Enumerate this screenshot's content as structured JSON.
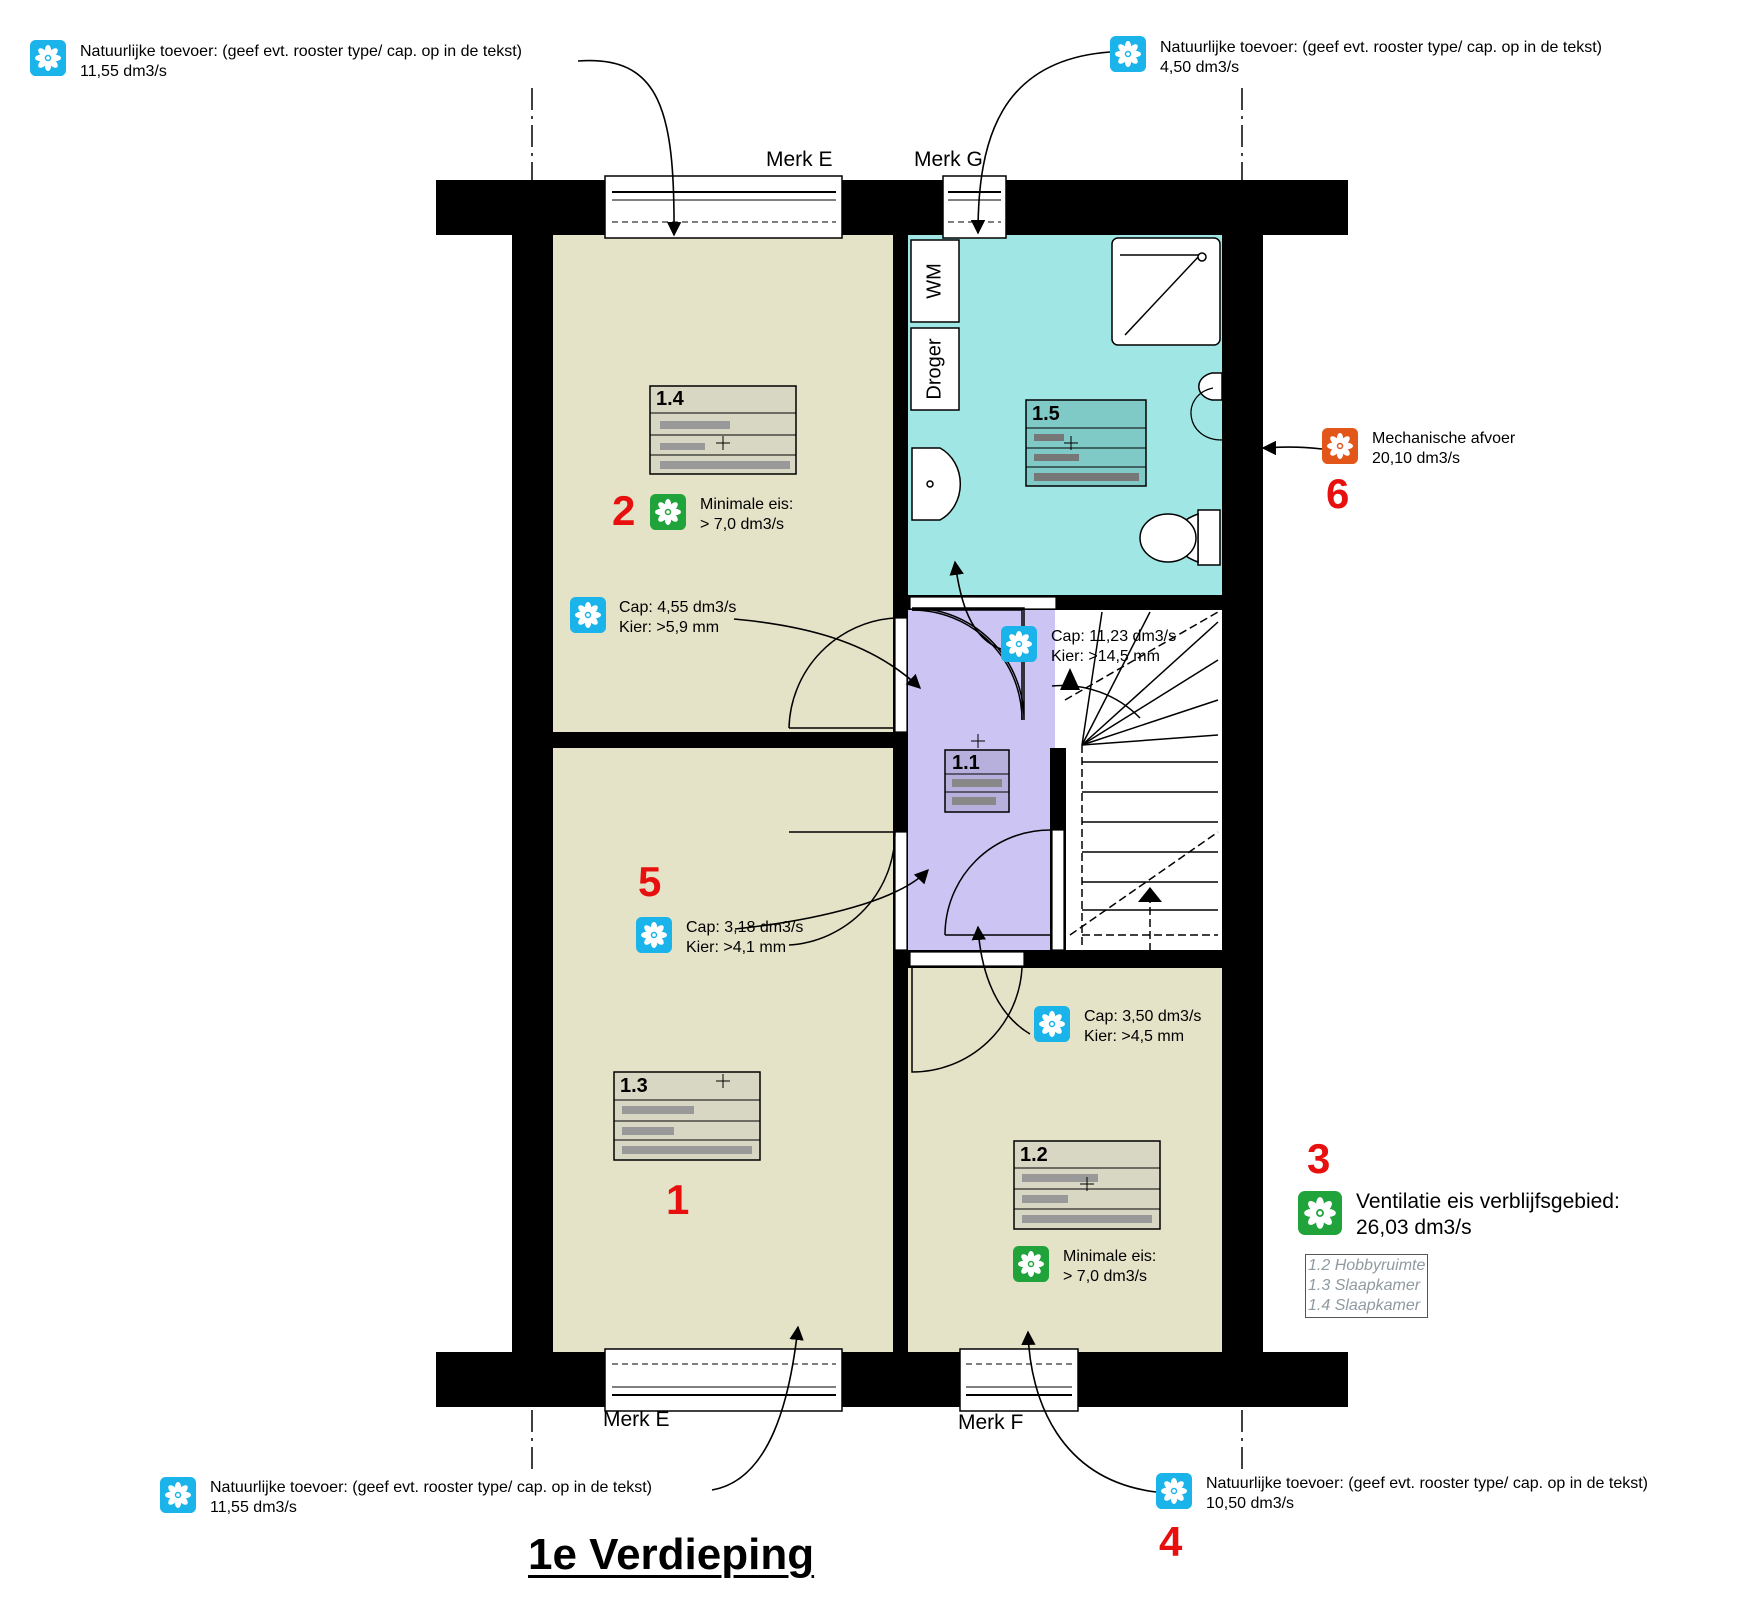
{
  "title": "1e Verdieping",
  "colors": {
    "natural_supply_icon": "#1ab4ea",
    "requirement_icon": "#1fa33a",
    "mechanical_exhaust_icon": "#e2561a",
    "number_red": "#e8100f",
    "room_beige": "#e4e2c7",
    "room_bathroom": "#a0e6e4",
    "room_hall": "#ccc5f4",
    "wall": "#000000"
  },
  "icons": {
    "supply": "fan-icon",
    "requirement": "fan-icon",
    "exhaust": "fan-icon"
  },
  "supply_labels": {
    "top_left": {
      "line1": "Natuurlijke toevoer: (geef evt. rooster type/ cap. op in de tekst)",
      "line2": "11,55 dm3/s"
    },
    "top_right": {
      "line1": "Natuurlijke toevoer: (geef evt. rooster type/ cap. op in de tekst)",
      "line2": "4,50 dm3/s"
    },
    "bottom_left": {
      "line1": "Natuurlijke toevoer: (geef evt. rooster type/ cap. op in de tekst)",
      "line2": "11,55 dm3/s"
    },
    "bottom_right": {
      "line1": "Natuurlijke toevoer: (geef evt. rooster type/ cap. op in de tekst)",
      "line2": "10,50 dm3/s"
    }
  },
  "exhaust_label": {
    "line1": "Mechanische afvoer",
    "line2": "20,10 dm3/s"
  },
  "requirements": {
    "room_1_4": {
      "line1": "Minimale eis:",
      "line2": "> 7,0 dm3/s"
    },
    "room_1_2": {
      "line1": "Minimale eis:",
      "line2": "> 7,0 dm3/s"
    }
  },
  "door_gaps": {
    "door_1_4": {
      "line1": "Cap: 4,55 dm3/s",
      "line2": "Kier: >5,9 mm"
    },
    "door_1_5": {
      "line1": "Cap: 11,23 dm3/s",
      "line2": "Kier: >14,5 mm"
    },
    "door_1_3": {
      "line1": "Cap: 3,18 dm3/s",
      "line2": "Kier: >4,1 mm"
    },
    "door_1_2": {
      "line1": "Cap: 3,50 dm3/s",
      "line2": "Kier: >4,5 mm"
    }
  },
  "window_marks": {
    "top_left": "Merk E",
    "top_right": "Merk G",
    "bottom_left": "Merk E",
    "bottom_right": "Merk F"
  },
  "room_tags": [
    "1.1",
    "1.2",
    "1.3",
    "1.4",
    "1.5"
  ],
  "fixtures": {
    "washer": "WM",
    "dryer": "Droger"
  },
  "red_numbers": {
    "n1": "1",
    "n2": "2",
    "n3": "3",
    "n4": "4",
    "n5": "5",
    "n6": "6"
  },
  "ventilation_total": {
    "line1": "Ventilatie eis verblijfsgebied:",
    "line2": "26,03 dm3/s"
  },
  "legend": [
    "1.2 Hobbyruimte",
    "1.3 Slaapkamer",
    "1.4 Slaapkamer"
  ]
}
